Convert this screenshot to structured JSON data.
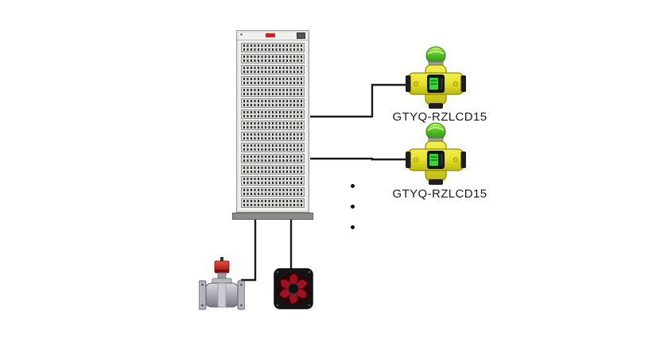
{
  "diagram": {
    "title": "gas-alarm-system-wiring-diagram"
  },
  "cabinet": {
    "row_count": 15
  },
  "labels": {
    "detector1": "GTYQ-RZLCD15",
    "detector2": "GTYQ-RZLCD15"
  },
  "colors": {
    "wire": "#1a1a1a",
    "cabinet_body": "#f0f0ee",
    "cabinet_plinth": "#8c8c8c",
    "detector_body_yellow": "#e8e332",
    "detector_dome_green": "#58c028",
    "detector_screen_green": "#3ecf3e",
    "valve_coil_red": "#cc2a2a",
    "fan_frame_black": "#141414",
    "fan_blade_red": "#a01020"
  }
}
